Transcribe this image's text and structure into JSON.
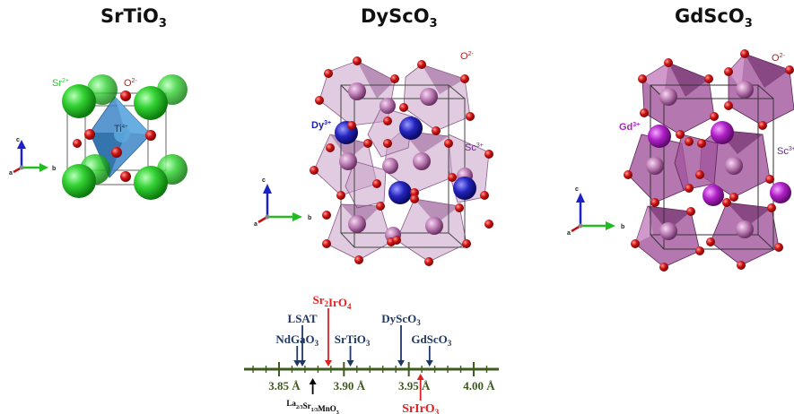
{
  "structures": [
    {
      "name": "SrTiO",
      "sub": "3",
      "ions": {
        "a": "Sr",
        "a_charge": "2+",
        "b": "Ti",
        "b_charge": "4+",
        "o": "O",
        "o_charge": "2-"
      }
    },
    {
      "name": "DyScO",
      "sub": "3",
      "ions": {
        "a": "Dy",
        "a_charge": "3+",
        "b": "Sc",
        "b_charge": "3+",
        "o": "O",
        "o_charge": "2-"
      }
    },
    {
      "name": "GdScO",
      "sub": "3",
      "ions": {
        "a": "Gd",
        "a_charge": "3+",
        "b": "Sc",
        "b_charge": "3+",
        "o": "O",
        "o_charge": "2-"
      }
    }
  ],
  "axes": {
    "a": "a",
    "b": "b",
    "c": "c"
  },
  "scale": {
    "unit": "Å",
    "ticks": [
      {
        "value": 3.85,
        "label": "3.85 Å"
      },
      {
        "value": 3.9,
        "label": "3.90 Å"
      },
      {
        "value": 3.95,
        "label": "3.95 Å"
      },
      {
        "value": 4.0,
        "label": "4.00 Å"
      }
    ],
    "markers_above": [
      {
        "text": "NdGaO",
        "sub": "3",
        "value": 3.864,
        "color": "#1f3864"
      },
      {
        "text": "LSAT",
        "sub": "",
        "value": 3.868,
        "color": "#1f3864"
      },
      {
        "text": "Sr",
        "sub": "2",
        "text2": "IrO",
        "sub2": "4",
        "value": 3.888,
        "color": "#e02020"
      },
      {
        "text": "SrTiO",
        "sub": "3",
        "value": 3.905,
        "color": "#1f3864"
      },
      {
        "text": "DyScO",
        "sub": "3",
        "value": 3.944,
        "color": "#1f3864"
      },
      {
        "text": "GdScO",
        "sub": "3",
        "value": 3.966,
        "color": "#1f3864"
      }
    ],
    "markers_below": [
      {
        "text": "La",
        "sub": "2/3",
        "text2": "Sr",
        "sub2": "1/3",
        "text3": "MnO",
        "sub3": "3",
        "value": 3.876,
        "color": "#000000"
      },
      {
        "text": "SrIrO",
        "sub": "3",
        "value": 3.959,
        "color": "#e02020"
      }
    ]
  },
  "colors": {
    "oxygen": "#d01515",
    "sr": "#2ecc2e",
    "dy": "#2020c0",
    "gd": "#b020c8",
    "octa_pink": "#c79ac2",
    "octa_dark": "#8a4a86",
    "octa_blue": "#4a90c8",
    "scale": "#3d5a1f"
  }
}
